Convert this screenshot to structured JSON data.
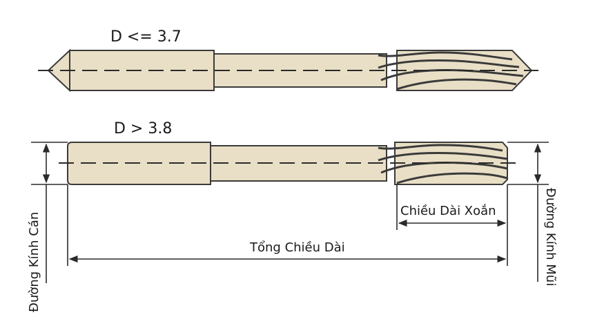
{
  "diagram": {
    "top_tool": {
      "label": "D <= 3.7"
    },
    "bottom_tool": {
      "label": "D > 3.8"
    },
    "dimensions": {
      "shank_diameter": "Đường Kính Cán",
      "flute_length": "Chiều Dài Xoắn",
      "total_length": "Tổng Chiều Dài",
      "tip_diameter": "Đường Kính Mũi"
    },
    "colors": {
      "body_fill": "#e9dfc6",
      "outline": "#3a3a3a",
      "dim_line": "#2a2a2a"
    }
  }
}
